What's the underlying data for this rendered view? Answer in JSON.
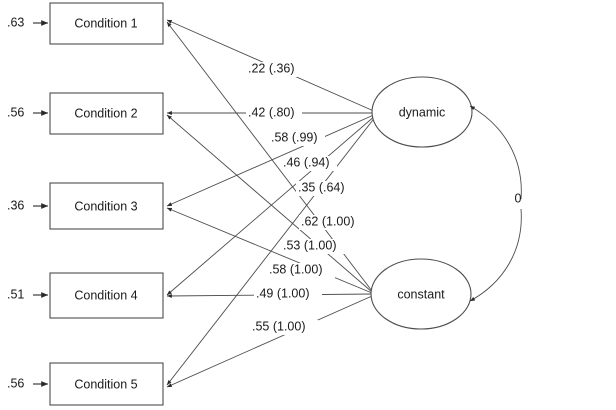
{
  "diagram": {
    "type": "sem-path-diagram",
    "background_color": "#ffffff",
    "stroke_color": "#4d4d4d",
    "text_color": "#1a1a1a"
  },
  "indicators": [
    {
      "label": "Condition 1",
      "residual": ".63"
    },
    {
      "label": "Condition 2",
      "residual": ".56"
    },
    {
      "label": "Condition 3",
      "residual": ".36"
    },
    {
      "label": "Condition 4",
      "residual": ".51"
    },
    {
      "label": "Condition 5",
      "residual": ".56"
    }
  ],
  "latents": [
    {
      "label": "dynamic"
    },
    {
      "label": "constant"
    }
  ],
  "covariance": {
    "label": "0",
    "between": "dynamic-constant"
  },
  "loadings": [
    {
      "label": ".22 (.36)",
      "from": "dynamic",
      "to": "Condition 1"
    },
    {
      "label": ".42 (.80)",
      "from": "dynamic",
      "to": "Condition 2"
    },
    {
      "label": ".58 (.99)",
      "from": "dynamic",
      "to": "Condition 3"
    },
    {
      "label": ".46 (.94)",
      "from": "dynamic",
      "to": "Condition 4"
    },
    {
      "label": ".35 (.64)",
      "from": "dynamic",
      "to": "Condition 5"
    },
    {
      "label": ".62 (1.00)",
      "from": "constant",
      "to": "Condition 1"
    },
    {
      "label": ".53 (1.00)",
      "from": "constant",
      "to": "Condition 2"
    },
    {
      "label": ".58 (1.00)",
      "from": "constant",
      "to": "Condition 3"
    },
    {
      "label": ".49 (1.00)",
      "from": "constant",
      "to": "Condition 4"
    },
    {
      "label": ".55 (1.00)",
      "from": "constant",
      "to": "Condition 5"
    }
  ],
  "chart_data": {
    "type": "diagram",
    "title": "",
    "nodes": {
      "observed": [
        "Condition 1",
        "Condition 2",
        "Condition 3",
        "Condition 4",
        "Condition 5"
      ],
      "latent": [
        "dynamic",
        "constant"
      ]
    },
    "edges": [
      {
        "from": "dynamic",
        "to": "Condition 1",
        "estimate": 0.22,
        "standardized": 0.36
      },
      {
        "from": "dynamic",
        "to": "Condition 2",
        "estimate": 0.42,
        "standardized": 0.8
      },
      {
        "from": "dynamic",
        "to": "Condition 3",
        "estimate": 0.58,
        "standardized": 0.99
      },
      {
        "from": "dynamic",
        "to": "Condition 4",
        "estimate": 0.46,
        "standardized": 0.94
      },
      {
        "from": "dynamic",
        "to": "Condition 5",
        "estimate": 0.35,
        "standardized": 0.64
      },
      {
        "from": "constant",
        "to": "Condition 1",
        "estimate": 0.62,
        "standardized": 1.0
      },
      {
        "from": "constant",
        "to": "Condition 2",
        "estimate": 0.53,
        "standardized": 1.0
      },
      {
        "from": "constant",
        "to": "Condition 3",
        "estimate": 0.58,
        "standardized": 1.0
      },
      {
        "from": "constant",
        "to": "Condition 4",
        "estimate": 0.49,
        "standardized": 1.0
      },
      {
        "from": "constant",
        "to": "Condition 5",
        "estimate": 0.55,
        "standardized": 1.0
      }
    ],
    "covariances": [
      {
        "between": [
          "dynamic",
          "constant"
        ],
        "value": 0
      }
    ],
    "residuals": [
      {
        "on": "Condition 1",
        "value": 0.63
      },
      {
        "on": "Condition 2",
        "value": 0.56
      },
      {
        "on": "Condition 3",
        "value": 0.36
      },
      {
        "on": "Condition 4",
        "value": 0.51
      },
      {
        "on": "Condition 5",
        "value": 0.56
      }
    ]
  }
}
